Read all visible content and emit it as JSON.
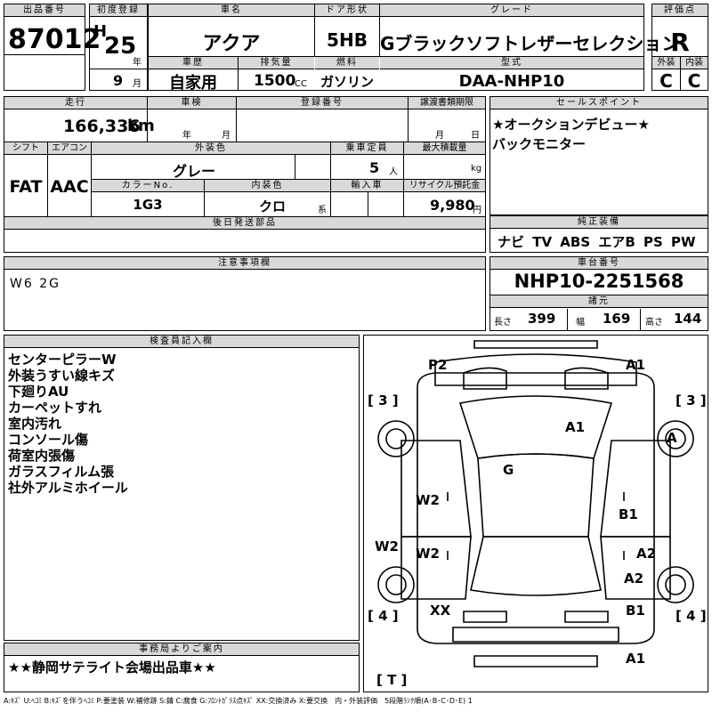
{
  "top": {
    "lot_no_label": "出品番号",
    "lot_no": "87012",
    "first_reg_label": "初度登録",
    "era": "H",
    "year": "25",
    "year_unit": "年",
    "month": "9",
    "month_unit": "月",
    "car_name_label": "車名",
    "car_name": "アクア",
    "door_label": "ドア形状",
    "door": "5HB",
    "grade_label": "グレード",
    "grade": "Gブラックソフトレザーセレクション",
    "score_label": "評価点",
    "score": "R",
    "history_label": "車歴",
    "history": "自家用",
    "displacement_label": "排気量",
    "displacement": "1500",
    "displacement_unit": "CC",
    "fuel_label": "燃料",
    "fuel": "ガソリン",
    "model_label": "型式",
    "model": "DAA-NHP10",
    "ext_label": "外装",
    "ext": "C",
    "int_label": "内装",
    "int": "C"
  },
  "mid": {
    "mileage_label": "走行",
    "mileage": "166,336",
    "mileage_unit": "km",
    "inspection_label": "車検",
    "insp_year": "年",
    "insp_month": "月",
    "reg_label": "登録番号",
    "transfer_label": "譲渡書類期限",
    "tr_month": "月",
    "tr_day": "日",
    "shift_label": "シフト",
    "shift": "FAT",
    "ac_label": "エアコン",
    "ac": "AAC",
    "color_label": "外装色",
    "color": "グレー",
    "capacity_label": "乗車定員",
    "capacity": "5",
    "capacity_unit": "人",
    "load_label": "最大積載量",
    "load_unit": "kg",
    "colorno_label": "カラーNo.",
    "colorno": "1G3",
    "intcolor_label": "内装色",
    "intcolor": "クロ",
    "intcolor_unit": "系",
    "import_label": "輸入車",
    "recycle_label": "リサイクル預託金",
    "recycle": "9,980",
    "recycle_unit": "円",
    "later_label": "後日発送部品"
  },
  "sales": {
    "label": "セールスポイント",
    "lines": [
      "★オークションデビュー★",
      "バックモニター"
    ]
  },
  "equip": {
    "label": "純正装備",
    "value": "ナビ TV ABS エアB PS PW"
  },
  "notes": {
    "label": "注意事項欄",
    "value": "W6 2G"
  },
  "chassis": {
    "label": "車台番号",
    "value": "NHP10-2251568",
    "spec_label": "諸元",
    "len_label": "長さ",
    "len": "399",
    "wid_label": "幅",
    "wid": "169",
    "hgt_label": "高さ",
    "hgt": "144"
  },
  "inspector": {
    "label": "検査員記入欄",
    "lines": [
      "センターピラーW",
      "外装うすい線キズ",
      "下廻りAU",
      "カーペットすれ",
      "室内汚れ",
      "コンソール傷",
      "荷室内張傷",
      "ガラスフィルム張",
      "社外アルミホイール"
    ]
  },
  "office": {
    "label": "事務局よりご案内",
    "value": "★★静岡サテライト会場出品車★★"
  },
  "diagram": {
    "marks": {
      "p2": "P2",
      "a1_front": "A1",
      "a1_mid": "A1",
      "a_wheel": "A",
      "g": "G",
      "w2_1": "W2",
      "w2_2": "W2",
      "w2_3": "W2",
      "b1_1": "B1",
      "a2_1": "A2",
      "a2_2": "A2",
      "b1_2": "B1",
      "xx": "XX",
      "a1_rear": "A1"
    },
    "tires": {
      "fl": "3",
      "fr": "3",
      "rl": "4",
      "rr": "4",
      "spare": "T"
    }
  },
  "legend": "A:ｷｽﾞ U:ﾍｺﾐ B:ｷｽﾞを伴うﾍｺﾐ P:要塗装 W:補修跡 S:錆 C:腐食 G:ﾌﾛﾝﾄｶﾞﾗｽ点ｷｽﾞ XX:交換済み X:要交換　内・外装評価　5段階ﾗﾝｸ順(A･B･C･D･E) 1"
}
